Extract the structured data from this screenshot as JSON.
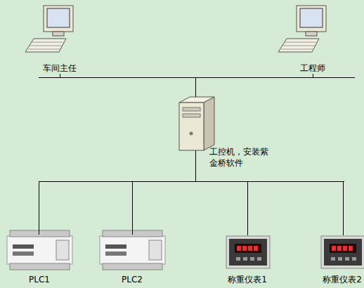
{
  "diagram": {
    "nodes": [
      {
        "text": [
          "车间主任"
        ]
      },
      {
        "text": [
          "工程师"
        ]
      },
      {
        "text": [
          "工控机，安装紫金桥软件"
        ]
      },
      {
        "text": [
          "PLC1"
        ]
      },
      {
        "text": [
          "PLC2"
        ]
      },
      {
        "text": [
          "称重仪表1"
        ]
      },
      {
        "text": [
          "称重仪表2"
        ]
      }
    ],
    "edges": [
      {
        "from": 0,
        "to": 2,
        "arrow": "none"
      },
      {
        "from": 1,
        "to": 2,
        "arrow": "none"
      },
      {
        "from": 2,
        "to": 3,
        "arrow": "none"
      },
      {
        "from": 2,
        "to": 4,
        "arrow": "none"
      },
      {
        "from": 2,
        "to": 5,
        "arrow": "none"
      },
      {
        "from": 2,
        "to": 6,
        "arrow": "none"
      }
    ]
  }
}
